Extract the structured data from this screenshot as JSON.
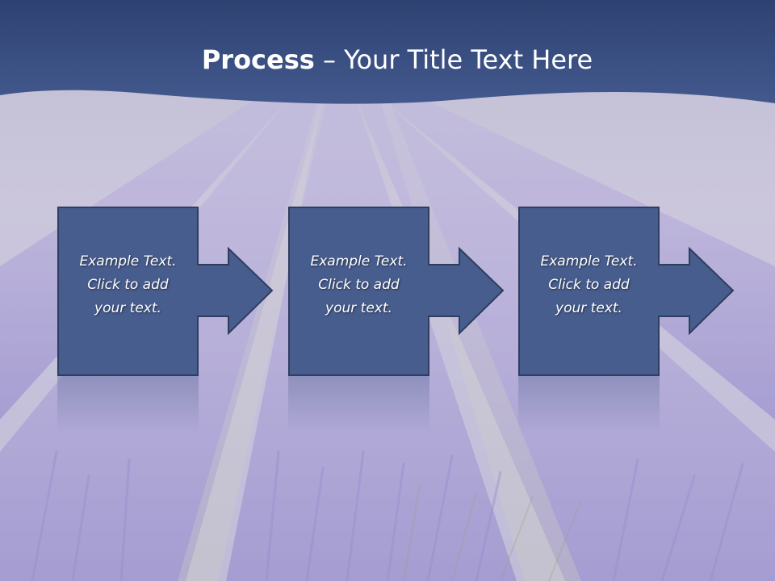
{
  "slide": {
    "title_bold": "Process",
    "title_rest": " – Your Title Text Here"
  },
  "steps": [
    {
      "line1": "Example Text.",
      "line2": "Click  to add",
      "line3": "your text."
    },
    {
      "line1": "Example Text.",
      "line2": "Click  to add",
      "line3": "your text."
    },
    {
      "line1": "Example Text.",
      "line2": "Click  to add",
      "line3": "your text."
    }
  ],
  "colors": {
    "banner_top": "#2e4272",
    "banner_bottom": "#40598c",
    "box_fill": "#475d8e",
    "box_stroke": "#2f3d5f",
    "text": "#ffffff"
  }
}
